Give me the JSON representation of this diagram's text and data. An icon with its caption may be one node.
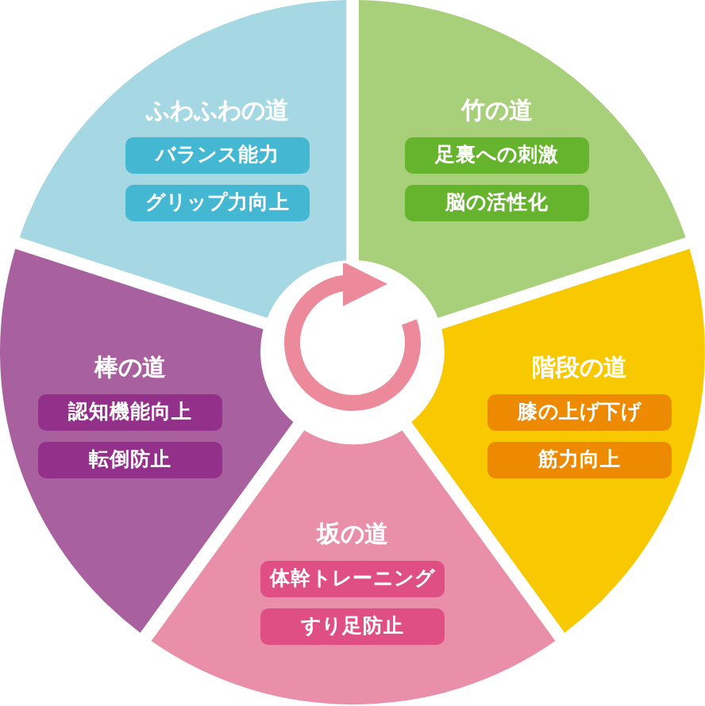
{
  "diagram": {
    "nodes": [
      {
        "text": [
          "ふわふわの道"
        ]
      },
      {
        "text": [
          "バランス能力"
        ],
        "in": 0
      },
      {
        "text": [
          "グリップ力向上"
        ],
        "in": 0
      },
      {
        "text": [
          "竹の道"
        ]
      },
      {
        "text": [
          "足裏への刺激"
        ],
        "in": 3
      },
      {
        "text": [
          "脳の活性化"
        ],
        "in": 3
      },
      {
        "text": [
          "棒の道"
        ]
      },
      {
        "text": [
          "認知機能向上"
        ],
        "in": 6
      },
      {
        "text": [
          "転倒防止"
        ],
        "in": 6
      },
      {
        "text": [
          "階段の道"
        ]
      },
      {
        "text": [
          "膝の上げ下げ"
        ],
        "in": 9
      },
      {
        "text": [
          "筋力向上"
        ],
        "in": 9
      },
      {
        "text": [
          "坂の道"
        ]
      },
      {
        "text": [
          "体幹トレーニング"
        ],
        "in": 12
      },
      {
        "text": [
          "すり足防止"
        ],
        "in": 12
      }
    ]
  }
}
